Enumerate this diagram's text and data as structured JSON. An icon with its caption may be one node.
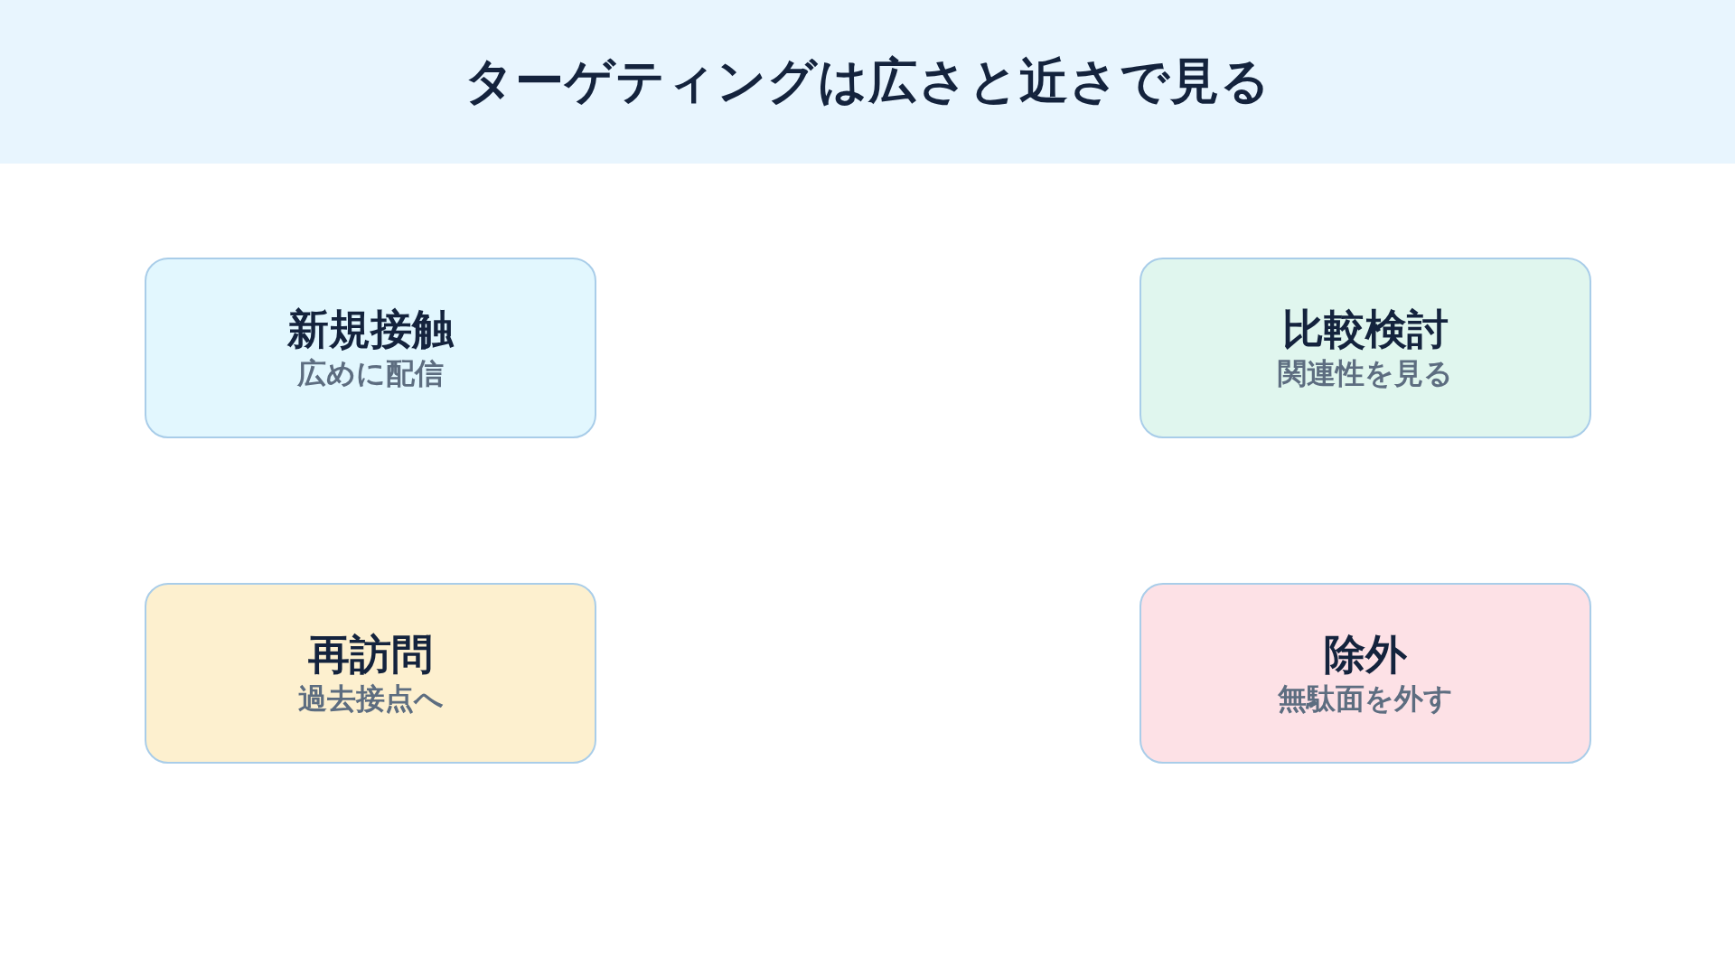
{
  "diagram": {
    "title": "ターゲティングは広さと近さで見る",
    "nodes": [
      {
        "text": [
          "新規接触",
          "広めに配信"
        ]
      },
      {
        "text": [
          "比較検討",
          "関連性を見る"
        ]
      },
      {
        "text": [
          "再訪問",
          "過去接点へ"
        ]
      },
      {
        "text": [
          "除外",
          "無駄面を外す"
        ]
      }
    ]
  }
}
